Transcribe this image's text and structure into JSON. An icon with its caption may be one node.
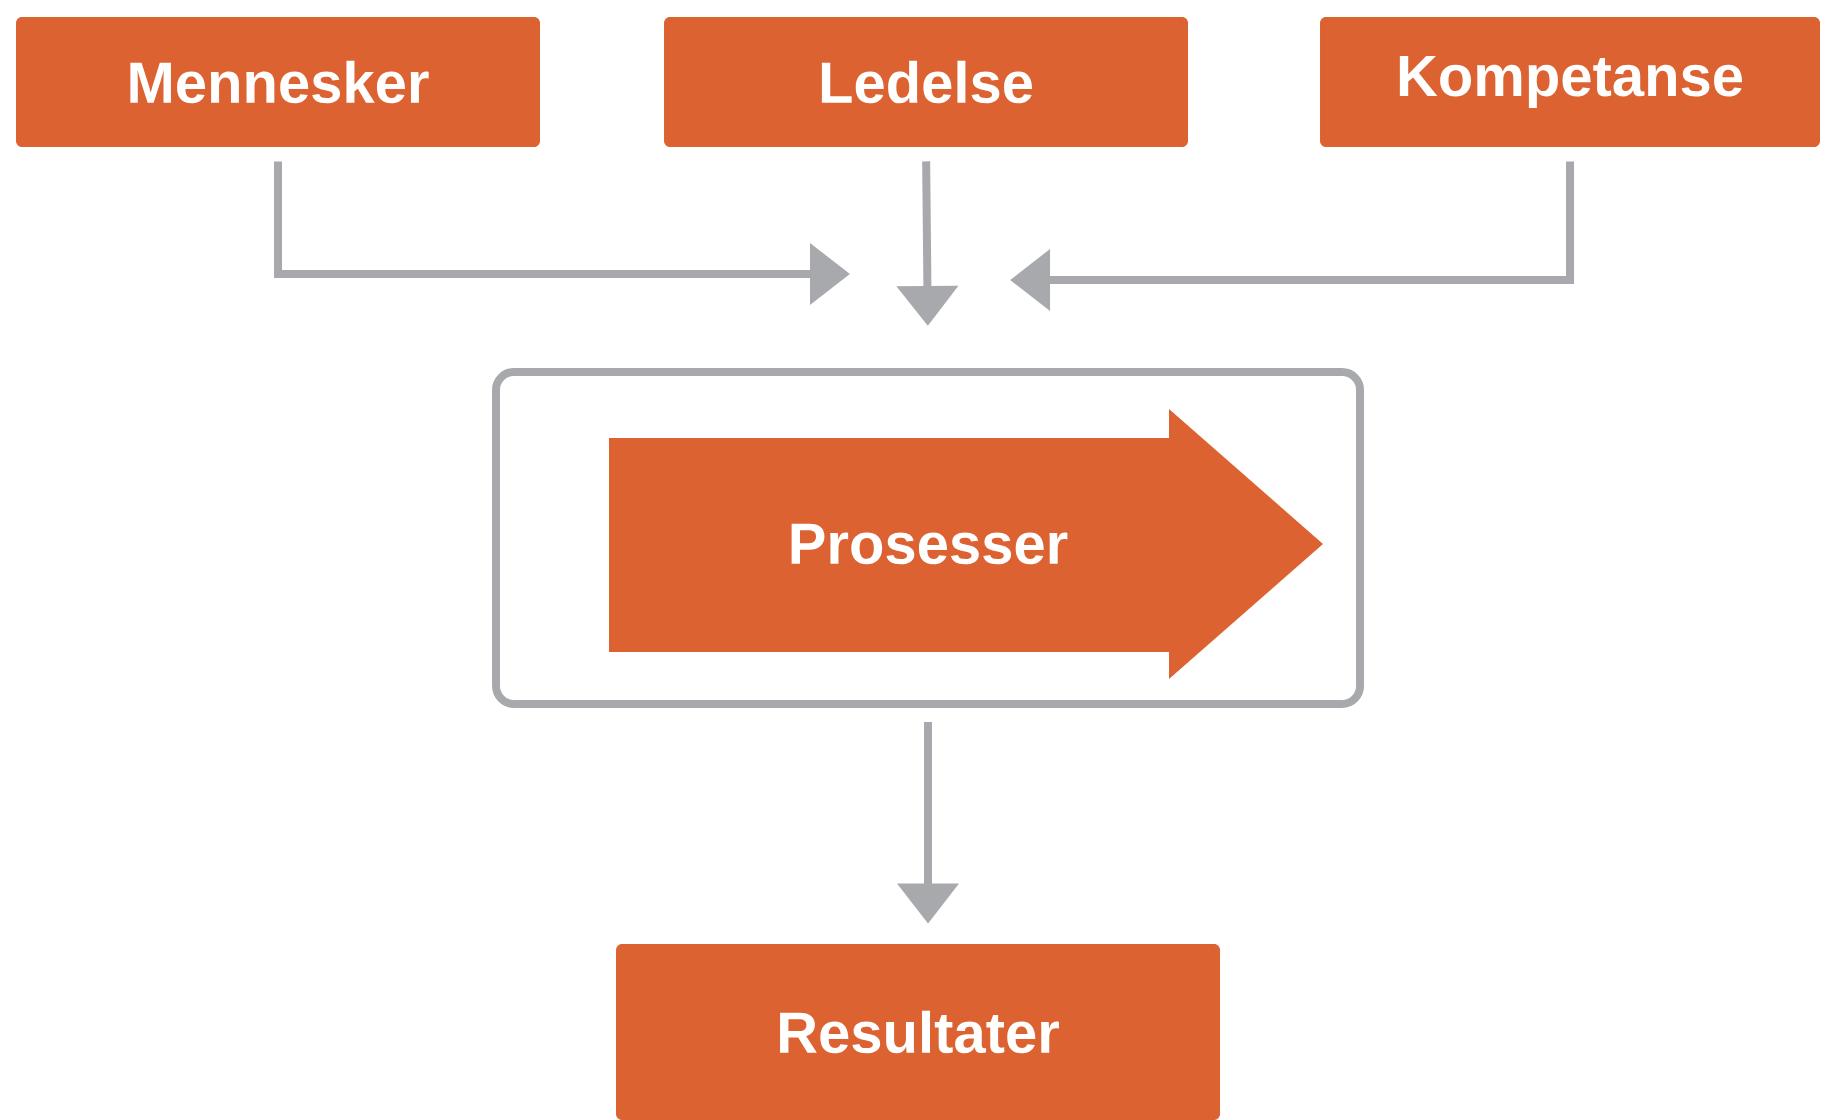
{
  "diagram": {
    "nodes": [
      {
        "text": [
          "Mennesker"
        ]
      },
      {
        "text": [
          "Ledelse"
        ]
      },
      {
        "text": [
          "Kompetanse"
        ]
      },
      {
        "text": [],
        "shape": "box"
      },
      {
        "text": [
          "Prosesser"
        ],
        "in": 3
      },
      {
        "text": [
          "Resultater"
        ]
      }
    ],
    "edges": [
      {
        "from": 0,
        "to": null,
        "arrow": "to"
      },
      {
        "from": 1,
        "to": 3,
        "arrow": "to"
      },
      {
        "from": 2,
        "to": null,
        "arrow": "to"
      },
      {
        "from": 3,
        "to": 5,
        "arrow": "to"
      }
    ]
  }
}
